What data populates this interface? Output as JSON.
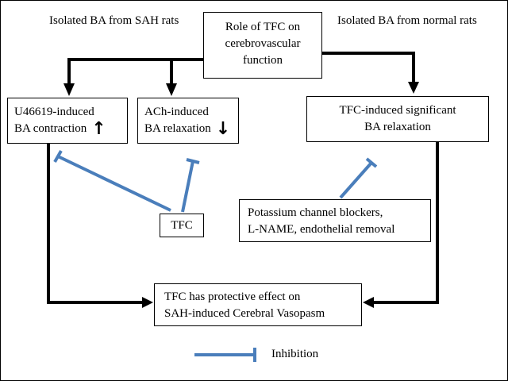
{
  "labels": {
    "sah_rats": "Isolated BA from SAH rats",
    "normal_rats": "Isolated BA from normal rats"
  },
  "boxes": {
    "role": {
      "lines": [
        "Role of TFC on",
        "cerebrovascular",
        "function"
      ]
    },
    "u46619": {
      "lines": [
        "U46619-induced",
        "BA contraction"
      ],
      "arrow": "↑"
    },
    "ach": {
      "lines": [
        "ACh-induced",
        "BA relaxation"
      ],
      "arrow": "↓"
    },
    "tfc_relaxation": {
      "lines": [
        "TFC-induced significant",
        "BA relaxation"
      ]
    },
    "tfc": {
      "label": "TFC"
    },
    "blockers": {
      "lines": [
        "Potassium channel blockers,",
        "L-NAME, endothelial  removal"
      ]
    },
    "conclusion": {
      "lines": [
        "TFC has protective effect on",
        "SAH-induced Cerebral Vasopasm"
      ]
    }
  },
  "legend": {
    "label": "Inhibition"
  },
  "colors": {
    "inhibition_line": "#4a7ebb",
    "connector_line": "#000000"
  }
}
